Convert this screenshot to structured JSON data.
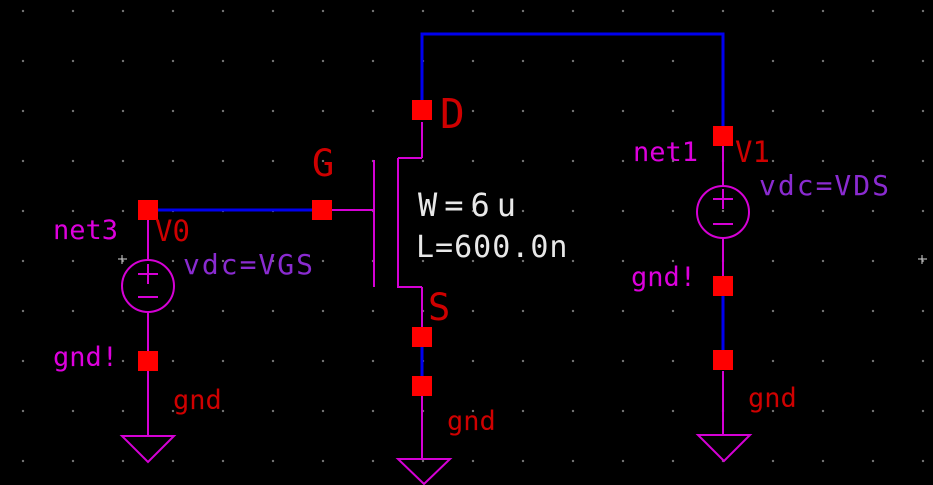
{
  "app": {
    "view": "schematic-canvas"
  },
  "colors": {
    "background": "#000000",
    "grid_dot": "#7a7a7a",
    "wire": "#0000ee",
    "pin": "#ff0000",
    "label_red": "#cf0000",
    "device_magenta": "#d500d5",
    "net_magenta": "#dd00dd",
    "param_purple": "#8a2bd0",
    "annotation_white": "#e8e8e8",
    "origin_marker": "#d8d8d8"
  },
  "labels": [
    {
      "id": "net3",
      "text": "net3"
    },
    {
      "id": "v0",
      "text": "V0"
    },
    {
      "id": "vgs",
      "text": "vdc=VGS"
    },
    {
      "id": "gnd_excl_l",
      "text": "gnd!"
    },
    {
      "id": "gnd_l",
      "text": "gnd"
    },
    {
      "id": "g",
      "text": "G"
    },
    {
      "id": "d",
      "text": "D"
    },
    {
      "id": "s",
      "text": "S"
    },
    {
      "id": "w",
      "text": "W=6u"
    },
    {
      "id": "l",
      "text": "L=600.0n"
    },
    {
      "id": "net1",
      "text": "net1"
    },
    {
      "id": "v1",
      "text": "V1"
    },
    {
      "id": "vds",
      "text": "vdc=VDS"
    },
    {
      "id": "gnd_excl_r",
      "text": "gnd!"
    },
    {
      "id": "gnd_m",
      "text": "gnd"
    },
    {
      "id": "gnd_r",
      "text": "gnd"
    }
  ],
  "circuit": {
    "transistor": {
      "terminal_labels": {
        "drain": "D",
        "gate": "G",
        "source": "S"
      },
      "width": "W=6u",
      "length": "L=600.0n"
    },
    "sources": [
      {
        "name": "V0",
        "param": "vdc=VGS",
        "positive_net": "net3",
        "negative_net": "gnd!"
      },
      {
        "name": "V1",
        "param": "vdc=VDS",
        "positive_net": "net1",
        "negative_net": "gnd!"
      }
    ],
    "ground_symbols": [
      "gnd",
      "gnd",
      "gnd"
    ]
  }
}
